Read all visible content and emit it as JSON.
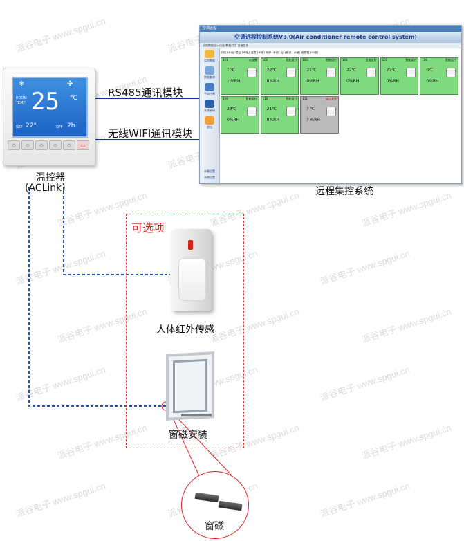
{
  "labels": {
    "rs485": "RS485通讯模块",
    "wifi": "无线WIFI通讯模块",
    "thermostat": "温控器",
    "thermostat_model": "(ACLink)",
    "remote_system": "远程集控系统",
    "optional": "可选项",
    "pir_sensor": "人体红外传感",
    "window_install": "窗磁安装",
    "magnetic": "窗磁"
  },
  "watermark": {
    "text": "派谷电子 www.spgui.cn"
  },
  "thermostat_screen": {
    "room_label": "ROOM",
    "temp_label": "TEMP",
    "temperature": "25",
    "unit": "°C",
    "set_label": "SET",
    "set_value": "22°",
    "off_label": "OFF",
    "off_value": "2h"
  },
  "remote_window": {
    "title": "空调远程",
    "banner": "空调远程控制系统V3.0(Air conditioner remote control system)",
    "menu": "远程数据显示页面    数据对比    设备信息",
    "sidebar": [
      {
        "label": "实时数据",
        "color": "#f2b63a"
      },
      {
        "label": "数据查询",
        "color": "#7aa7d8"
      },
      {
        "label": "手动控制",
        "color": "#4a7fc4"
      },
      {
        "label": "系统密码",
        "color": "#2d5fa8"
      },
      {
        "label": "退出",
        "color": "#f0a030"
      }
    ],
    "sidebar_bottom": [
      "参数设置",
      "系统设置"
    ],
    "filter": "分组 [不限]   楼层 [不限]   温度 [不限]   电源 [不限]   运行模式 [不限]   遥控锁 [不限]",
    "cards": [
      {
        "id": "101",
        "status": "未连接",
        "temp": "? ℃",
        "hum": "? %RH",
        "gray": false
      },
      {
        "id": "102",
        "status": "智能运行",
        "temp": "22℃",
        "hum": "0%RH",
        "gray": false
      },
      {
        "id": "103",
        "status": "智能运行",
        "temp": "21℃",
        "hum": "0%RH",
        "gray": false
      },
      {
        "id": "104",
        "status": "智能运行",
        "temp": "22℃",
        "hum": "0%RH",
        "gray": false
      },
      {
        "id": "105",
        "status": "智能运行",
        "temp": "22℃",
        "hum": "0%RH",
        "gray": false
      },
      {
        "id": "106",
        "status": "智能运行",
        "temp": "0℃",
        "hum": "0%RH",
        "gray": false
      },
      {
        "id": "109",
        "status": "智能运行",
        "temp": "23℃",
        "hum": "0%RH",
        "gray": false
      },
      {
        "id": "110",
        "status": "智能运行",
        "temp": "21℃",
        "hum": "0%RH",
        "gray": false
      },
      {
        "id": "111",
        "status": "通信失败",
        "temp": "? ℃",
        "hum": "? %RH",
        "gray": true
      }
    ]
  },
  "colors": {
    "solid_line": "#1a2ea0",
    "dashed_line": "#1a52b8",
    "optional_border": "#e23a3a",
    "screen_blue": "#1c63c4"
  }
}
